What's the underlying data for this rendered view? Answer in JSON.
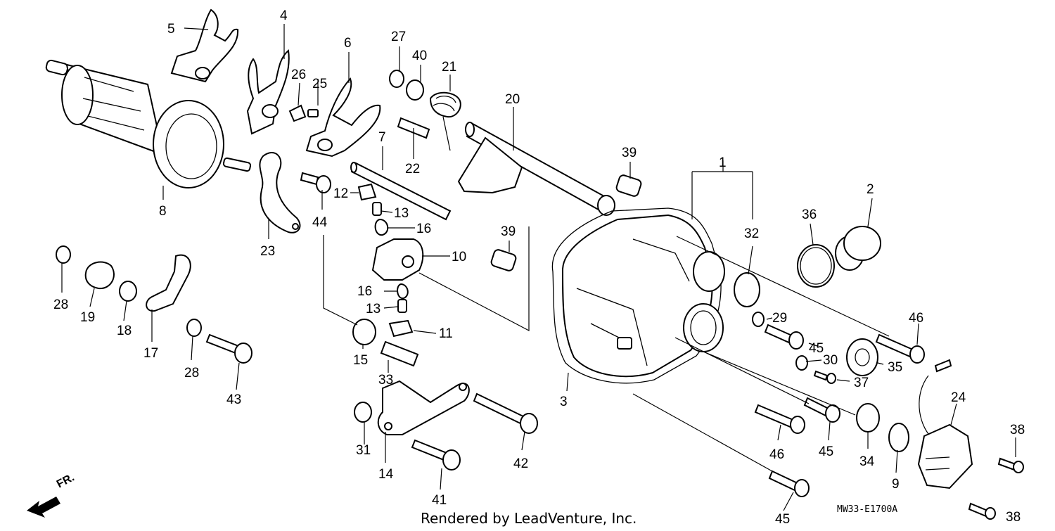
{
  "labels": [
    "1",
    "2",
    "3",
    "4",
    "5",
    "6",
    "7",
    "8",
    "9",
    "10",
    "11",
    "12",
    "13",
    "13",
    "14",
    "15",
    "16",
    "16",
    "17",
    "18",
    "19",
    "20",
    "21",
    "22",
    "23",
    "24",
    "25",
    "26",
    "27",
    "28",
    "28",
    "29",
    "30",
    "31",
    "32",
    "33",
    "34",
    "35",
    "36",
    "37",
    "38",
    "38",
    "39",
    "39",
    "40",
    "41",
    "42",
    "43",
    "44",
    "45",
    "45",
    "45",
    "45",
    "46",
    "46"
  ],
  "diagram_code": "MW33-E1700A",
  "credit": "Rendered by LeadVenture, Inc.",
  "direction_marker": "FR."
}
